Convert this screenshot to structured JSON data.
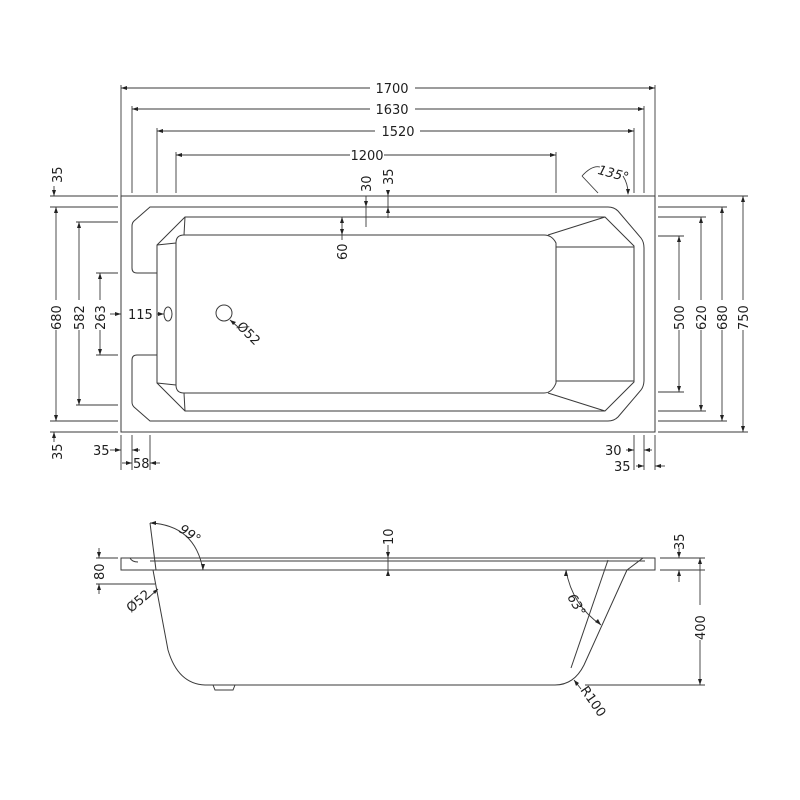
{
  "plan_view": {
    "overall_length": "1700",
    "length_1630": "1630",
    "length_1520": "1520",
    "length_1200": "1200",
    "rim_top": "35",
    "rim_30": "30",
    "rim_35b": "35",
    "inner_60": "60",
    "angle_corner": "135°",
    "width_left_680": "680",
    "width_left_582": "582",
    "width_left_263": "263",
    "overflow_115": "115",
    "waste_dia": "Ø52",
    "width_right_500": "500",
    "width_right_620": "620",
    "width_right_680": "680",
    "overall_width": "750",
    "bottom_left_35": "35",
    "bottom_35": "35",
    "bottom_58": "58",
    "bottom_right_30": "30",
    "bottom_right_35": "35"
  },
  "side_view": {
    "angle_head": "99°",
    "rim_10": "10",
    "rim_height_35": "35",
    "depth_80": "80",
    "overflow_dia": "Ø52",
    "angle_foot": "63°",
    "overall_height": "400",
    "radius": "R100"
  }
}
